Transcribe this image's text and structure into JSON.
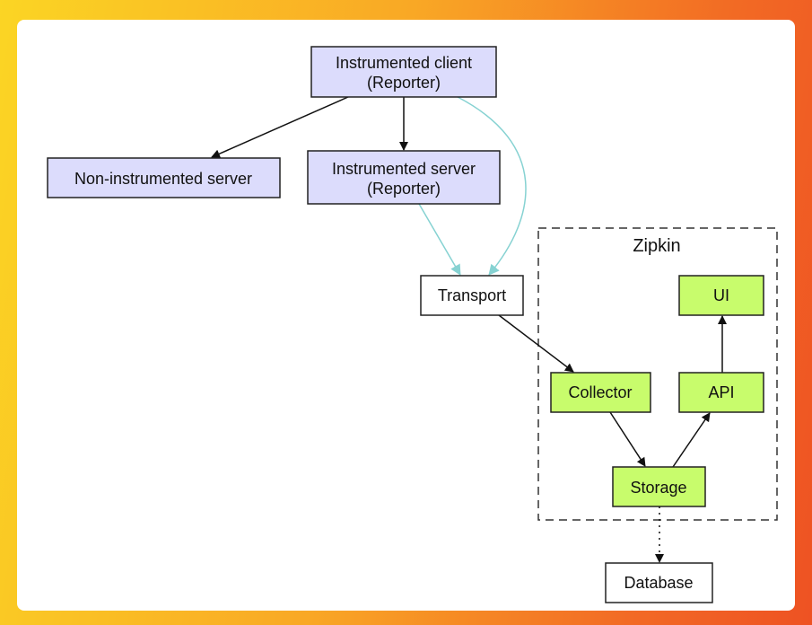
{
  "nodes": {
    "client": {
      "line1": "Instrumented client",
      "line2": "(Reporter)"
    },
    "non_instrumented": {
      "label": "Non-instrumented server"
    },
    "server": {
      "line1": "Instrumented server",
      "line2": "(Reporter)"
    },
    "transport": {
      "label": "Transport"
    },
    "ui": {
      "label": "UI"
    },
    "collector": {
      "label": "Collector"
    },
    "api": {
      "label": "API"
    },
    "storage": {
      "label": "Storage"
    },
    "database": {
      "label": "Database"
    }
  },
  "cluster": {
    "label": "Zipkin"
  },
  "colors": {
    "reporter_fill": "#dcdcfc",
    "zipkin_fill": "#c8fc6c",
    "plain_fill": "#ffffff",
    "report_edge": "#86d2d2",
    "edge": "#111111"
  },
  "edges": [
    {
      "from": "client",
      "to": "non_instrumented",
      "style": "solid"
    },
    {
      "from": "client",
      "to": "server",
      "style": "solid"
    },
    {
      "from": "client",
      "to": "transport",
      "style": "teal"
    },
    {
      "from": "server",
      "to": "transport",
      "style": "teal"
    },
    {
      "from": "transport",
      "to": "collector",
      "style": "solid"
    },
    {
      "from": "collector",
      "to": "storage",
      "style": "solid"
    },
    {
      "from": "storage",
      "to": "api",
      "style": "solid"
    },
    {
      "from": "api",
      "to": "ui",
      "style": "solid"
    },
    {
      "from": "storage",
      "to": "database",
      "style": "dotted"
    }
  ]
}
